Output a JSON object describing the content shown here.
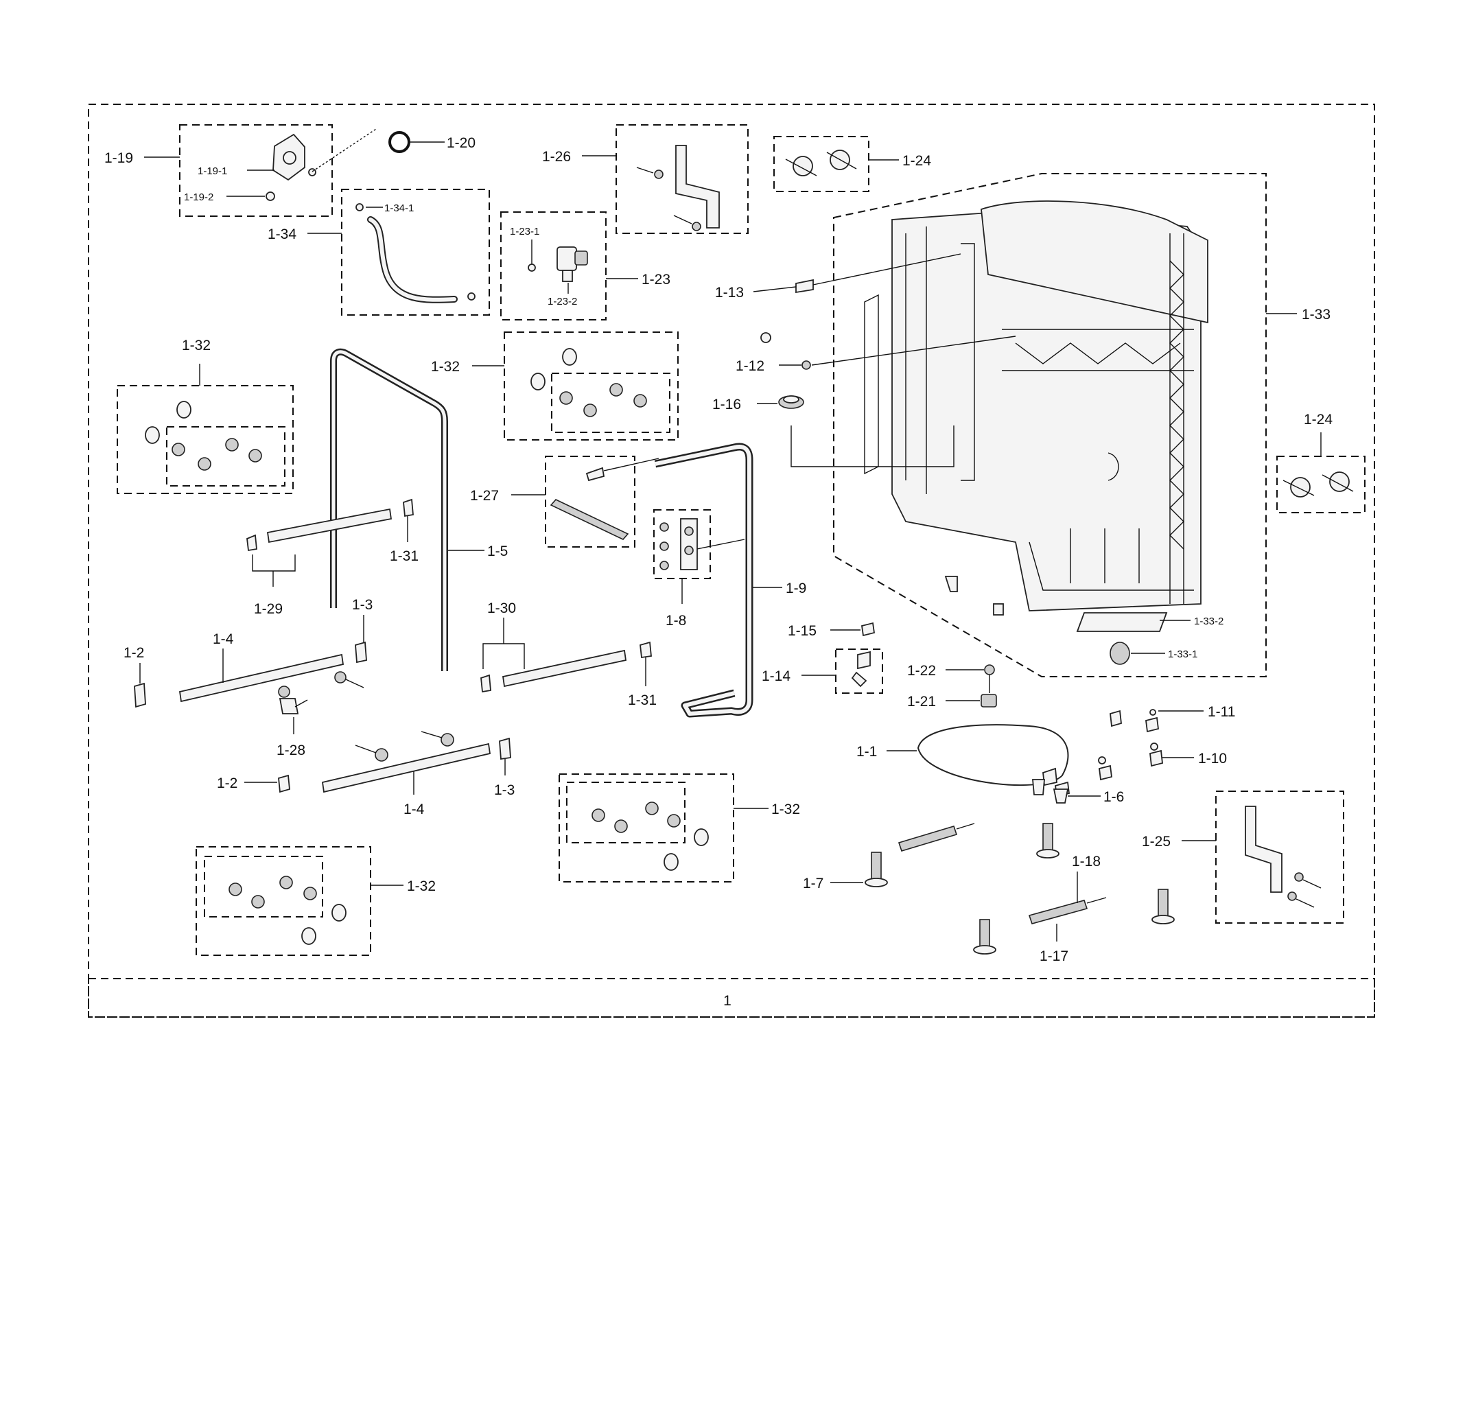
{
  "labels": {
    "l_1": "1",
    "l_1_1": "1-1",
    "l_1_2a": "1-2",
    "l_1_2b": "1-2",
    "l_1_3a": "1-3",
    "l_1_3b": "1-3",
    "l_1_4a": "1-4",
    "l_1_4b": "1-4",
    "l_1_5": "1-5",
    "l_1_6": "1-6",
    "l_1_7": "1-7",
    "l_1_8": "1-8",
    "l_1_9": "1-9",
    "l_1_10": "1-10",
    "l_1_11": "1-11",
    "l_1_12": "1-12",
    "l_1_13": "1-13",
    "l_1_14": "1-14",
    "l_1_15": "1-15",
    "l_1_16": "1-16",
    "l_1_17": "1-17",
    "l_1_18": "1-18",
    "l_1_19": "1-19",
    "l_1_19_1": "1-19-1",
    "l_1_19_2": "1-19-2",
    "l_1_20": "1-20",
    "l_1_21": "1-21",
    "l_1_22": "1-22",
    "l_1_23": "1-23",
    "l_1_23_1": "1-23-1",
    "l_1_23_2": "1-23-2",
    "l_1_24a": "1-24",
    "l_1_24b": "1-24",
    "l_1_25": "1-25",
    "l_1_26": "1-26",
    "l_1_27": "1-27",
    "l_1_28": "1-28",
    "l_1_29": "1-29",
    "l_1_30": "1-30",
    "l_1_31a": "1-31",
    "l_1_31b": "1-31",
    "l_1_32a": "1-32",
    "l_1_32b": "1-32",
    "l_1_32c": "1-32",
    "l_1_32d": "1-32",
    "l_1_33": "1-33",
    "l_1_33_1": "1-33-1",
    "l_1_33_2": "1-33-2",
    "l_1_34": "1-34",
    "l_1_34_1": "1-34-1"
  }
}
